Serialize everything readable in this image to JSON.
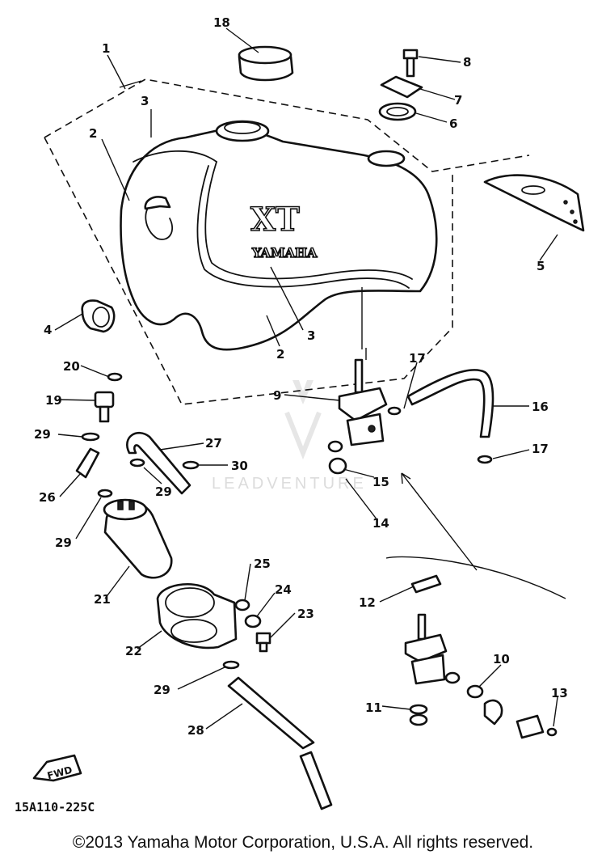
{
  "diagram": {
    "callouts": [
      "1",
      "2",
      "2",
      "3",
      "3",
      "4",
      "5",
      "6",
      "7",
      "8",
      "9",
      "10",
      "11",
      "12",
      "13",
      "14",
      "15",
      "16",
      "17",
      "17",
      "18",
      "19",
      "20",
      "21",
      "22",
      "23",
      "24",
      "25",
      "26",
      "27",
      "28",
      "29",
      "29",
      "29",
      "29",
      "30"
    ],
    "tank_emblem": {
      "model": "XT",
      "brand": "YAMAHA"
    },
    "drawing_code": "15A110-225C",
    "direction_tag": "FWD",
    "watermark": "LEADVENTURE"
  },
  "footer": {
    "copyright": "©2013 Yamaha Motor Corporation, U.S.A. All rights reserved."
  }
}
